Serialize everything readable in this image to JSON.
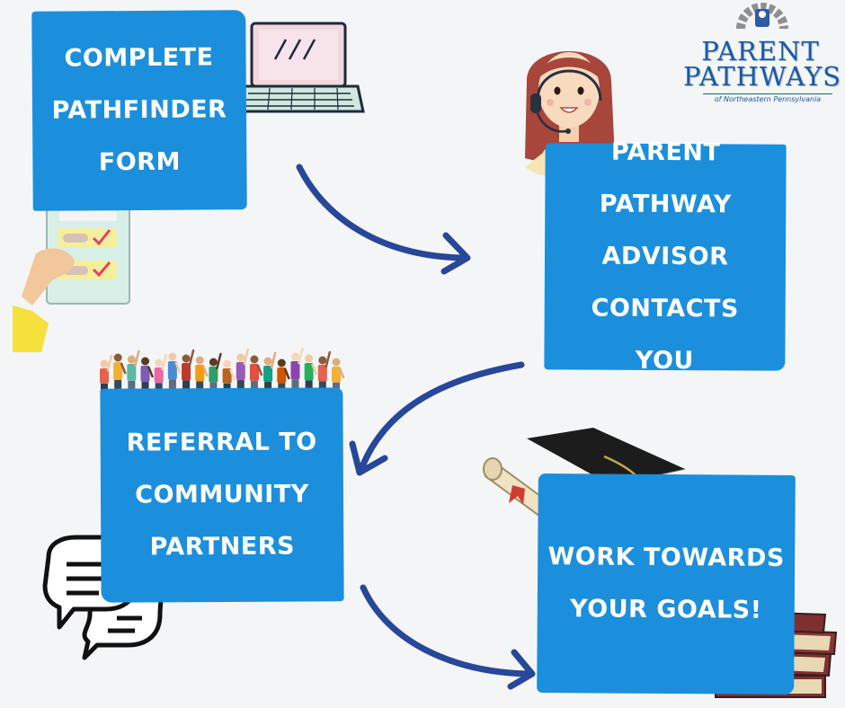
{
  "steps": [
    {
      "line1": "Complete",
      "line2": "Pathfinder",
      "line3": "Form"
    },
    {
      "line1": "Parent Pathway",
      "line2": "Advisor Contacts",
      "line3": "You"
    },
    {
      "line1": "Referral to",
      "line2": "Community",
      "line3": "Partners"
    },
    {
      "line1": "Work towards",
      "line2": "your goals!"
    }
  ],
  "logo": {
    "line1": "PARENT",
    "line2": "PATHWAYS",
    "tagline": "of Northeastern Pennsylvania"
  },
  "colors": {
    "box": "#1b8fdc",
    "arrow": "#26479a",
    "logo": "#1d5aa6",
    "background": "#f4f5f7"
  },
  "icons": [
    "laptop-icon",
    "checklist-icon",
    "advisor-headset-icon",
    "crowd-icon",
    "chat-bubbles-icon",
    "graduation-cap-icon",
    "diploma-icon",
    "books-icon",
    "arrow-icon"
  ]
}
